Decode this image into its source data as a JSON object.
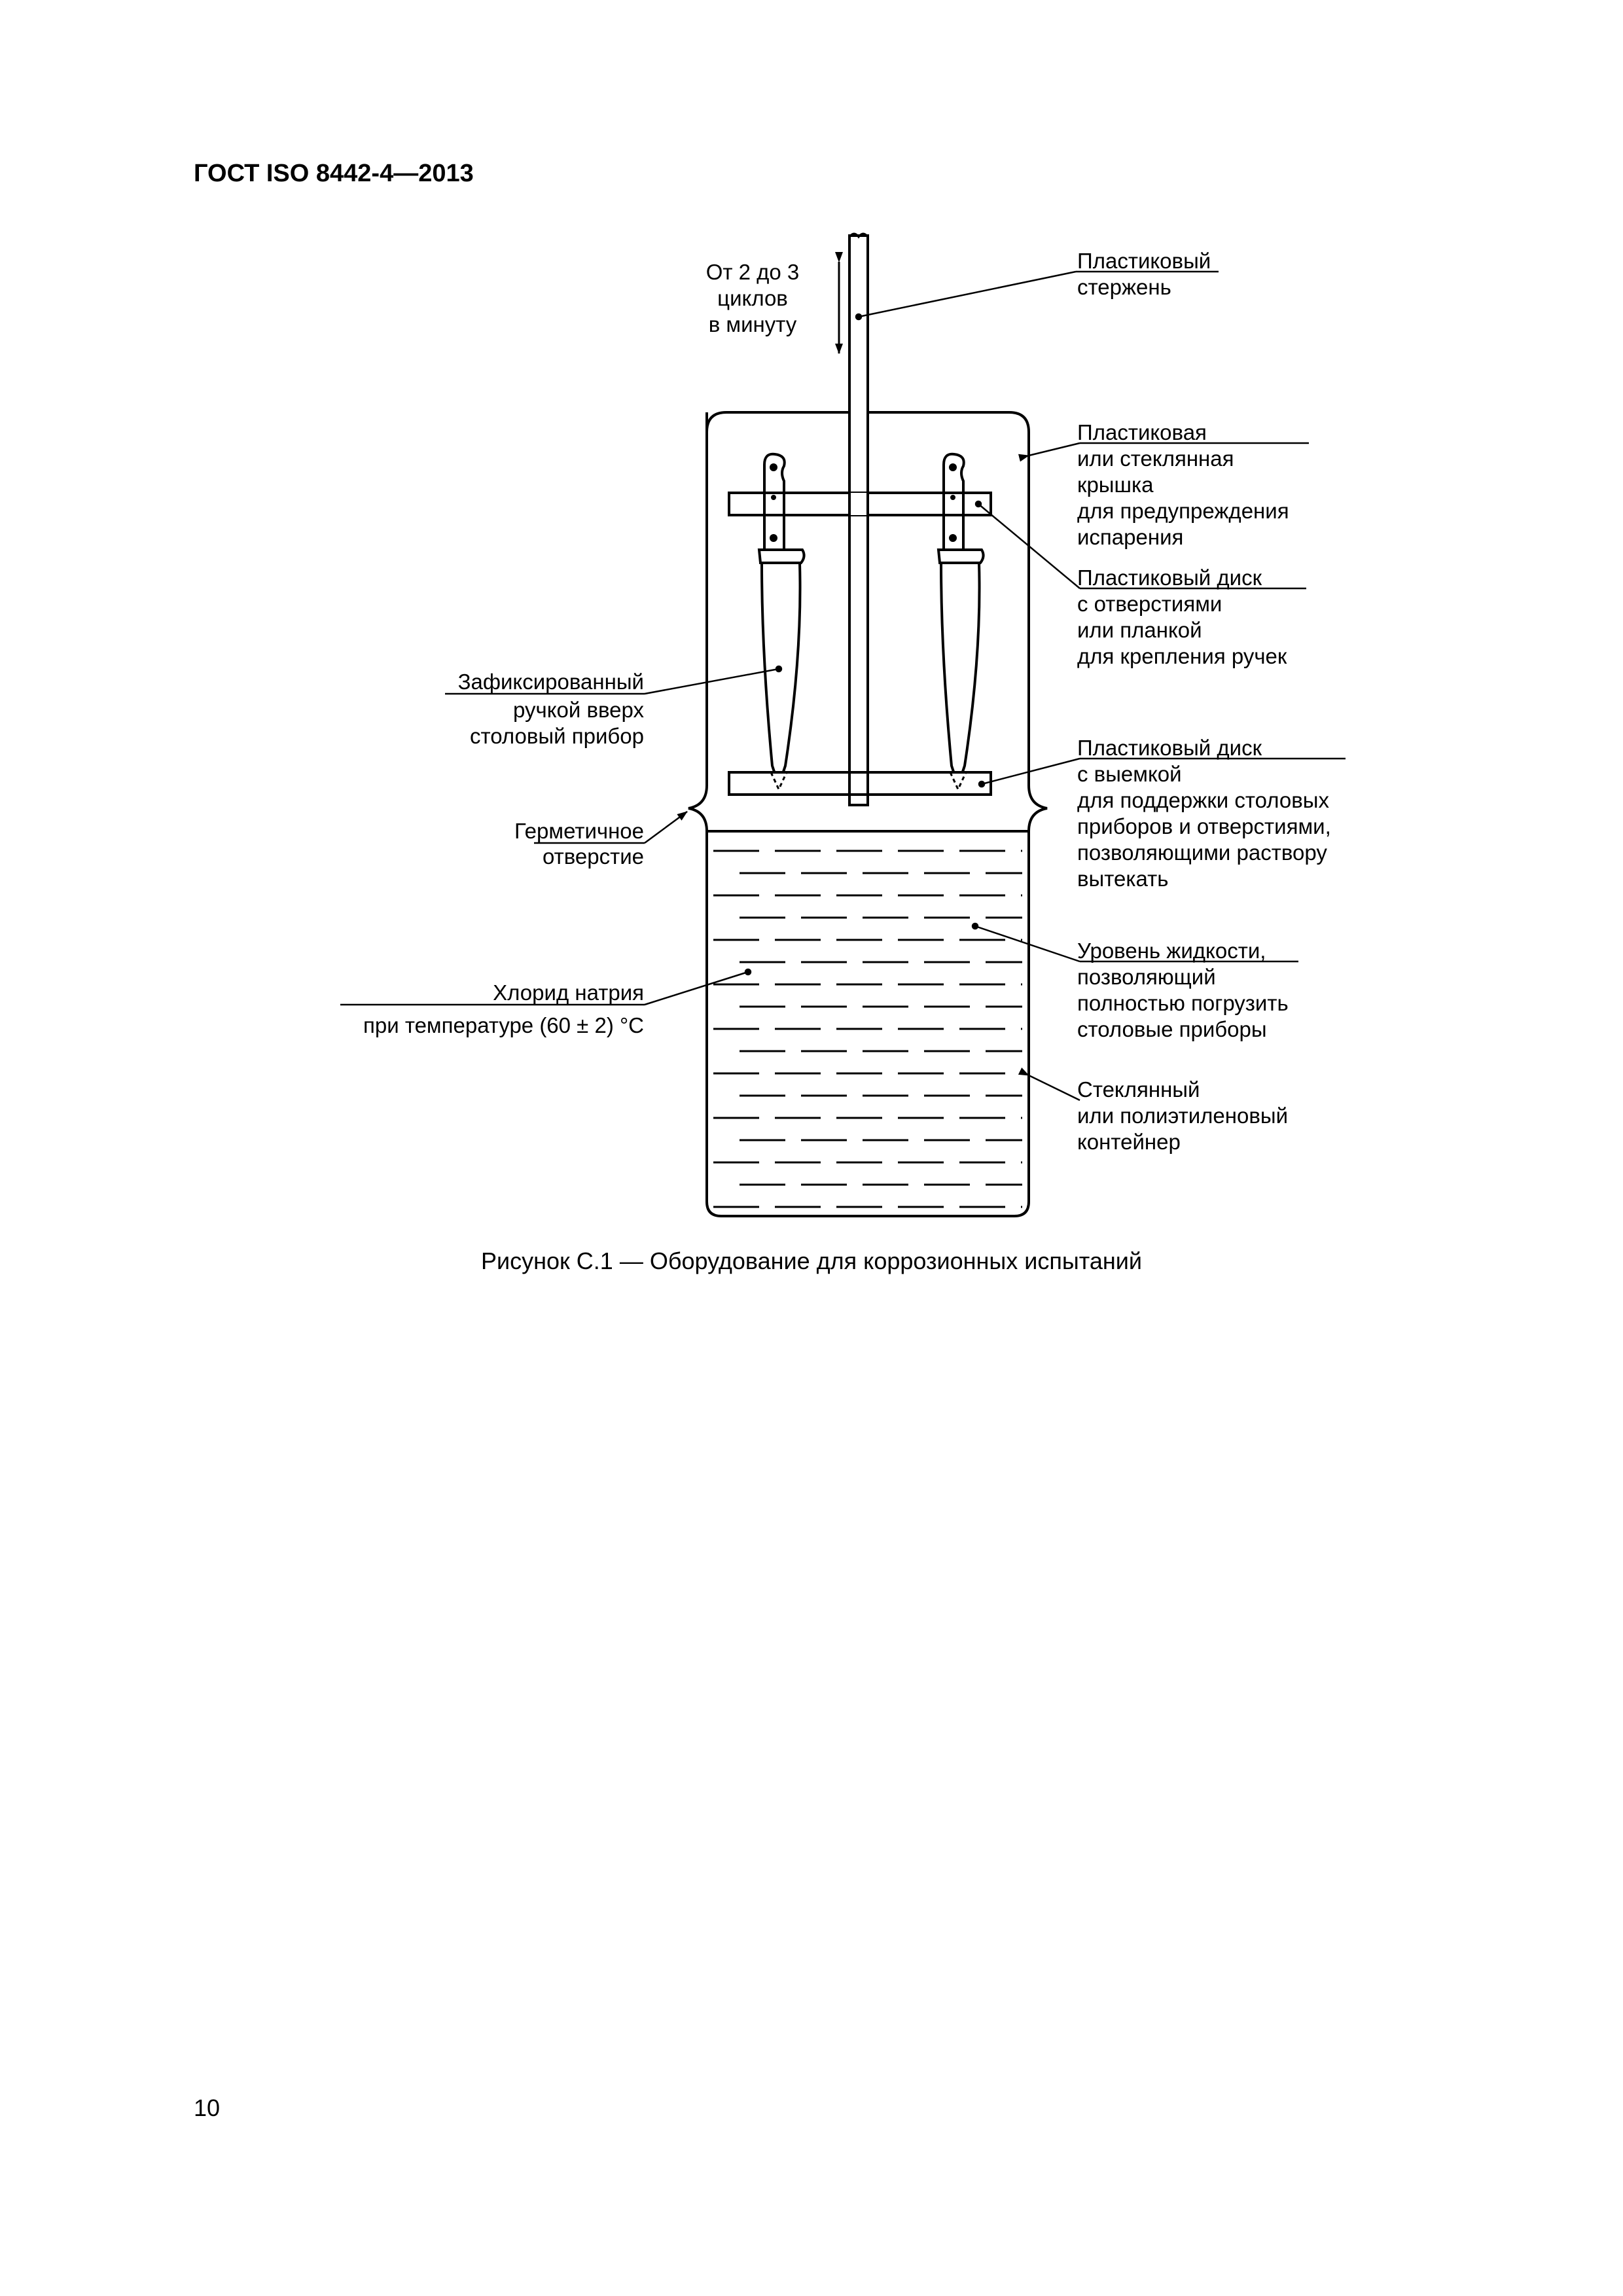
{
  "header": {
    "standard": "ГОСТ ISO 8442-4—2013"
  },
  "figure": {
    "rate_label": [
      "От 2 до 3",
      "циклов",
      "в минуту"
    ],
    "labels": {
      "rod": [
        "Пластиковый",
        "стержень"
      ],
      "lid": [
        "Пластиковая",
        "или стеклянная",
        "крышка",
        "для предупреждения",
        "испарения"
      ],
      "top_disc": [
        "Пластиковый диск",
        "с отверстиями",
        "или планкой",
        "для крепления ручек"
      ],
      "bottom_disc": [
        "Пластиковый диск",
        "с выемкой",
        "для поддержки столовых",
        "приборов и отверстиями,",
        "позволяющими раствору",
        "вытекать"
      ],
      "liquid_level": [
        "Уровень жидкости,",
        "позволяющий",
        "полностью погрузить",
        "столовые приборы"
      ],
      "container": [
        "Стеклянный",
        "или полиэтиленовый",
        "контейнер"
      ],
      "cutlery": [
        "Зафиксированный",
        "ручкой вверх",
        "столовый прибор"
      ],
      "seal": [
        "Герметичное",
        "отверстие"
      ],
      "nacl": [
        "Хлорид натрия",
        "при температуре (60 ± 2) °C"
      ]
    },
    "caption": "Рисунок C.1 — Оборудование для коррозионных испытаний"
  },
  "footer": {
    "page_number": "10"
  }
}
